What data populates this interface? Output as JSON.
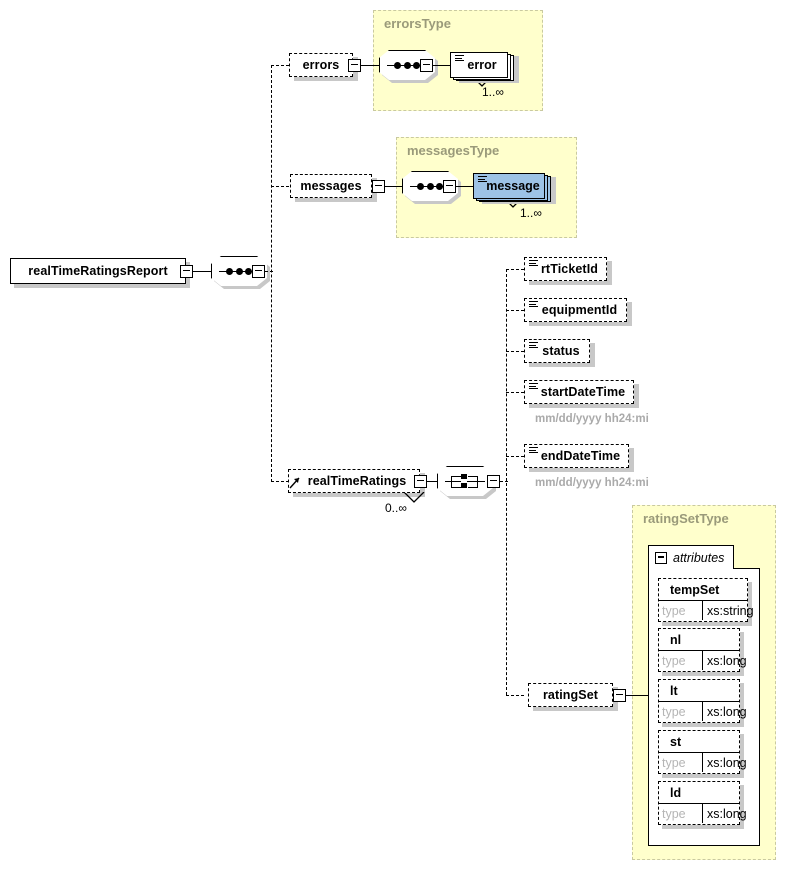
{
  "diagram": {
    "kind": "xml-schema-element-diagram",
    "root": {
      "name": "realTimeRatingsReport"
    }
  },
  "types": {
    "errorsType": {
      "label": "errorsType"
    },
    "messagesType": {
      "label": "messagesType"
    },
    "ratingSetType": {
      "label": "ratingSetType",
      "attributes_label": "attributes"
    }
  },
  "nodes": {
    "errors": {
      "label": "errors"
    },
    "error": {
      "label": "error",
      "occurs": "1..∞"
    },
    "messages": {
      "label": "messages"
    },
    "message": {
      "label": "message",
      "occurs": "1..∞"
    },
    "rtTicketId": {
      "label": "rtTicketId"
    },
    "equipmentId": {
      "label": "equipmentId"
    },
    "status": {
      "label": "status"
    },
    "startDateTime": {
      "label": "startDateTime",
      "format": "mm/dd/yyyy hh24:mi"
    },
    "endDateTime": {
      "label": "endDateTime",
      "format": "mm/dd/yyyy hh24:mi"
    },
    "realTimeRatings": {
      "label": "realTimeRatings",
      "occurs": "0..∞"
    },
    "ratingSet": {
      "label": "ratingSet"
    }
  },
  "attributes": {
    "type_label": "type",
    "items": [
      {
        "name": "tempSet",
        "type_label": "type",
        "type": "xs:string"
      },
      {
        "name": "nl",
        "type_label": "type",
        "type": "xs:long"
      },
      {
        "name": "lt",
        "type_label": "type",
        "type": "xs:long"
      },
      {
        "name": "st",
        "type_label": "type",
        "type": "xs:long"
      },
      {
        "name": "ld",
        "type_label": "type",
        "type": "xs:long"
      }
    ]
  },
  "colors": {
    "type_background": "#ffffcc",
    "type_border": "#c9c9a0",
    "type_label_text": "#9a9a7a",
    "highlight_fill": "#9dc3e6",
    "shadow": "#c8c8c8",
    "line": "#000000",
    "format_text": "#aaaaaa"
  }
}
